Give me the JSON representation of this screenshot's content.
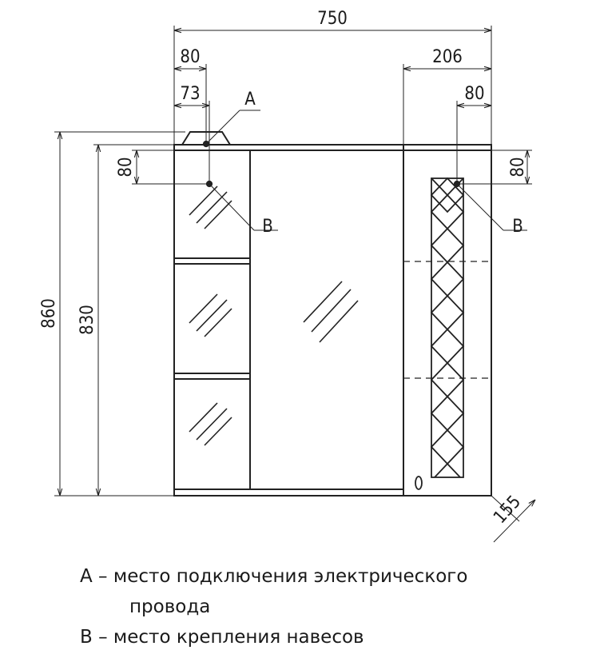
{
  "dimensions": {
    "total_width": "750",
    "left_offset": "80",
    "left_inner": "73",
    "right_offset": "206",
    "right_inner": "80",
    "top_left": "80",
    "top_right": "80",
    "total_height": "860",
    "body_height": "830",
    "depth": "155"
  },
  "markers": {
    "a": "A",
    "b_left": "B",
    "b_right": "B"
  },
  "legend": {
    "line_a_1": "А – место подключения электрического",
    "line_a_2": "провода",
    "line_b": "В – место крепления навесов"
  }
}
